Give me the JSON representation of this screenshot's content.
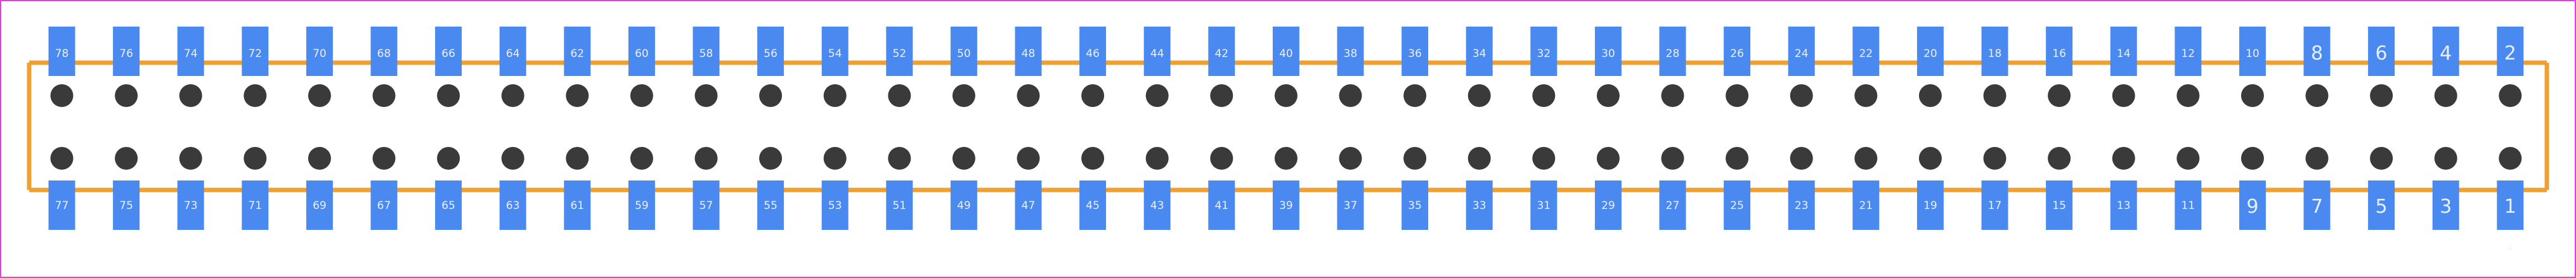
{
  "footprint": {
    "pin_count": 78,
    "rows": 2,
    "pins_per_row": 39,
    "top_row_labels": [
      "78",
      "76",
      "74",
      "72",
      "70",
      "68",
      "66",
      "64",
      "62",
      "60",
      "58",
      "56",
      "54",
      "52",
      "50",
      "48",
      "46",
      "44",
      "42",
      "40",
      "38",
      "36",
      "34",
      "32",
      "30",
      "28",
      "26",
      "24",
      "22",
      "20",
      "18",
      "16",
      "14",
      "12",
      "10",
      "8",
      "6",
      "4",
      "2"
    ],
    "bottom_row_labels": [
      "77",
      "75",
      "73",
      "71",
      "69",
      "67",
      "65",
      "63",
      "61",
      "59",
      "57",
      "55",
      "53",
      "51",
      "49",
      "47",
      "45",
      "43",
      "41",
      "39",
      "37",
      "35",
      "33",
      "31",
      "29",
      "27",
      "25",
      "23",
      "21",
      "19",
      "17",
      "15",
      "13",
      "11",
      "9",
      "7",
      "5",
      "3",
      "1"
    ],
    "pad_markings_top": [
      "",
      "",
      "",
      "",
      "",
      "",
      "",
      "",
      "",
      "",
      "",
      "",
      "",
      "",
      "",
      "",
      "",
      "",
      "",
      "",
      "",
      "",
      "",
      "",
      "",
      "",
      "",
      "",
      "",
      "",
      "",
      "",
      "",
      "",
      "",
      "",
      "",
      "",
      ""
    ],
    "pad_markings_bottom": [
      "",
      "",
      "",
      "",
      "",
      "",
      "",
      "",
      "",
      "",
      "",
      "",
      "",
      "",
      "",
      "",
      "",
      "",
      "",
      "",
      "",
      "",
      "",
      "",
      "",
      "",
      "",
      "",
      "",
      "",
      "",
      "",
      "",
      "",
      "",
      "",
      "",
      "",
      ""
    ],
    "origin_marker": "+"
  },
  "colors": {
    "background": "#ffffff",
    "frame": "#e040e0",
    "outline": "#f0a030",
    "smd_pad": "#4a8af0",
    "drill": "#3a3a3a",
    "label": "#e8f0ff",
    "marker": "#999999"
  }
}
